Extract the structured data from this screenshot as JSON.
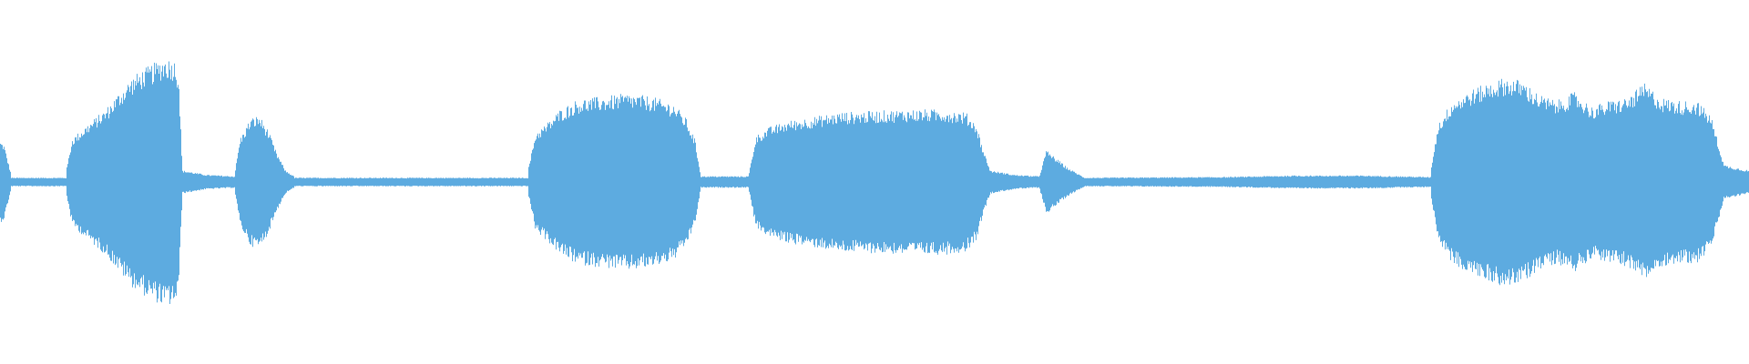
{
  "waveform": {
    "color": "#5DABE0",
    "background": "#ffffff",
    "baseline_amplitude": 0.025,
    "segments": [
      {
        "start": 0.0,
        "end": 0.006,
        "envelope": [
          [
            0.0,
            0.28
          ],
          [
            0.002,
            0.26
          ],
          [
            0.006,
            0.06
          ]
        ]
      },
      {
        "start": 0.006,
        "end": 0.038,
        "envelope": [
          [
            0.006,
            0.03
          ],
          [
            0.038,
            0.03
          ]
        ]
      },
      {
        "start": 0.038,
        "end": 0.104,
        "envelope": [
          [
            0.038,
            0.1
          ],
          [
            0.041,
            0.3
          ],
          [
            0.05,
            0.4
          ],
          [
            0.06,
            0.5
          ],
          [
            0.068,
            0.62
          ],
          [
            0.075,
            0.72
          ],
          [
            0.082,
            0.78
          ],
          [
            0.088,
            0.82
          ],
          [
            0.094,
            0.86
          ],
          [
            0.1,
            0.84
          ],
          [
            0.102,
            0.74
          ],
          [
            0.104,
            0.08
          ]
        ]
      },
      {
        "start": 0.104,
        "end": 0.134,
        "envelope": [
          [
            0.104,
            0.08
          ],
          [
            0.118,
            0.05
          ],
          [
            0.134,
            0.04
          ]
        ]
      },
      {
        "start": 0.134,
        "end": 0.168,
        "envelope": [
          [
            0.134,
            0.06
          ],
          [
            0.137,
            0.3
          ],
          [
            0.143,
            0.44
          ],
          [
            0.148,
            0.46
          ],
          [
            0.153,
            0.36
          ],
          [
            0.158,
            0.2
          ],
          [
            0.163,
            0.08
          ],
          [
            0.168,
            0.04
          ]
        ]
      },
      {
        "start": 0.168,
        "end": 0.302,
        "envelope": [
          [
            0.168,
            0.03
          ],
          [
            0.302,
            0.03
          ]
        ]
      },
      {
        "start": 0.302,
        "end": 0.4,
        "envelope": [
          [
            0.302,
            0.1
          ],
          [
            0.306,
            0.34
          ],
          [
            0.312,
            0.4
          ],
          [
            0.32,
            0.5
          ],
          [
            0.33,
            0.57
          ],
          [
            0.345,
            0.59
          ],
          [
            0.358,
            0.61
          ],
          [
            0.372,
            0.59
          ],
          [
            0.385,
            0.54
          ],
          [
            0.392,
            0.44
          ],
          [
            0.397,
            0.3
          ],
          [
            0.4,
            0.08
          ]
        ]
      },
      {
        "start": 0.4,
        "end": 0.428,
        "envelope": [
          [
            0.4,
            0.04
          ],
          [
            0.428,
            0.04
          ]
        ]
      },
      {
        "start": 0.428,
        "end": 0.566,
        "envelope": [
          [
            0.428,
            0.06
          ],
          [
            0.432,
            0.32
          ],
          [
            0.44,
            0.38
          ],
          [
            0.45,
            0.42
          ],
          [
            0.465,
            0.45
          ],
          [
            0.48,
            0.48
          ],
          [
            0.5,
            0.49
          ],
          [
            0.52,
            0.5
          ],
          [
            0.54,
            0.5
          ],
          [
            0.552,
            0.48
          ],
          [
            0.558,
            0.4
          ],
          [
            0.562,
            0.22
          ],
          [
            0.566,
            0.08
          ]
        ]
      },
      {
        "start": 0.566,
        "end": 0.594,
        "envelope": [
          [
            0.566,
            0.08
          ],
          [
            0.58,
            0.05
          ],
          [
            0.594,
            0.04
          ]
        ]
      },
      {
        "start": 0.594,
        "end": 0.62,
        "envelope": [
          [
            0.594,
            0.04
          ],
          [
            0.598,
            0.22
          ],
          [
            0.604,
            0.16
          ],
          [
            0.61,
            0.1
          ],
          [
            0.62,
            0.03
          ]
        ]
      },
      {
        "start": 0.62,
        "end": 0.818,
        "envelope": [
          [
            0.62,
            0.03
          ],
          [
            0.7,
            0.035
          ],
          [
            0.74,
            0.045
          ],
          [
            0.78,
            0.045
          ],
          [
            0.818,
            0.035
          ]
        ]
      },
      {
        "start": 0.818,
        "end": 0.985,
        "envelope": [
          [
            0.818,
            0.1
          ],
          [
            0.822,
            0.4
          ],
          [
            0.83,
            0.56
          ],
          [
            0.84,
            0.63
          ],
          [
            0.85,
            0.68
          ],
          [
            0.86,
            0.72
          ],
          [
            0.87,
            0.7
          ],
          [
            0.88,
            0.6
          ],
          [
            0.89,
            0.56
          ],
          [
            0.9,
            0.62
          ],
          [
            0.91,
            0.52
          ],
          [
            0.92,
            0.56
          ],
          [
            0.93,
            0.58
          ],
          [
            0.94,
            0.68
          ],
          [
            0.95,
            0.58
          ],
          [
            0.96,
            0.56
          ],
          [
            0.97,
            0.56
          ],
          [
            0.978,
            0.46
          ],
          [
            0.982,
            0.28
          ],
          [
            0.985,
            0.14
          ]
        ]
      },
      {
        "start": 0.985,
        "end": 1.0,
        "envelope": [
          [
            0.985,
            0.12
          ],
          [
            0.992,
            0.1
          ],
          [
            1.0,
            0.08
          ]
        ]
      }
    ]
  }
}
